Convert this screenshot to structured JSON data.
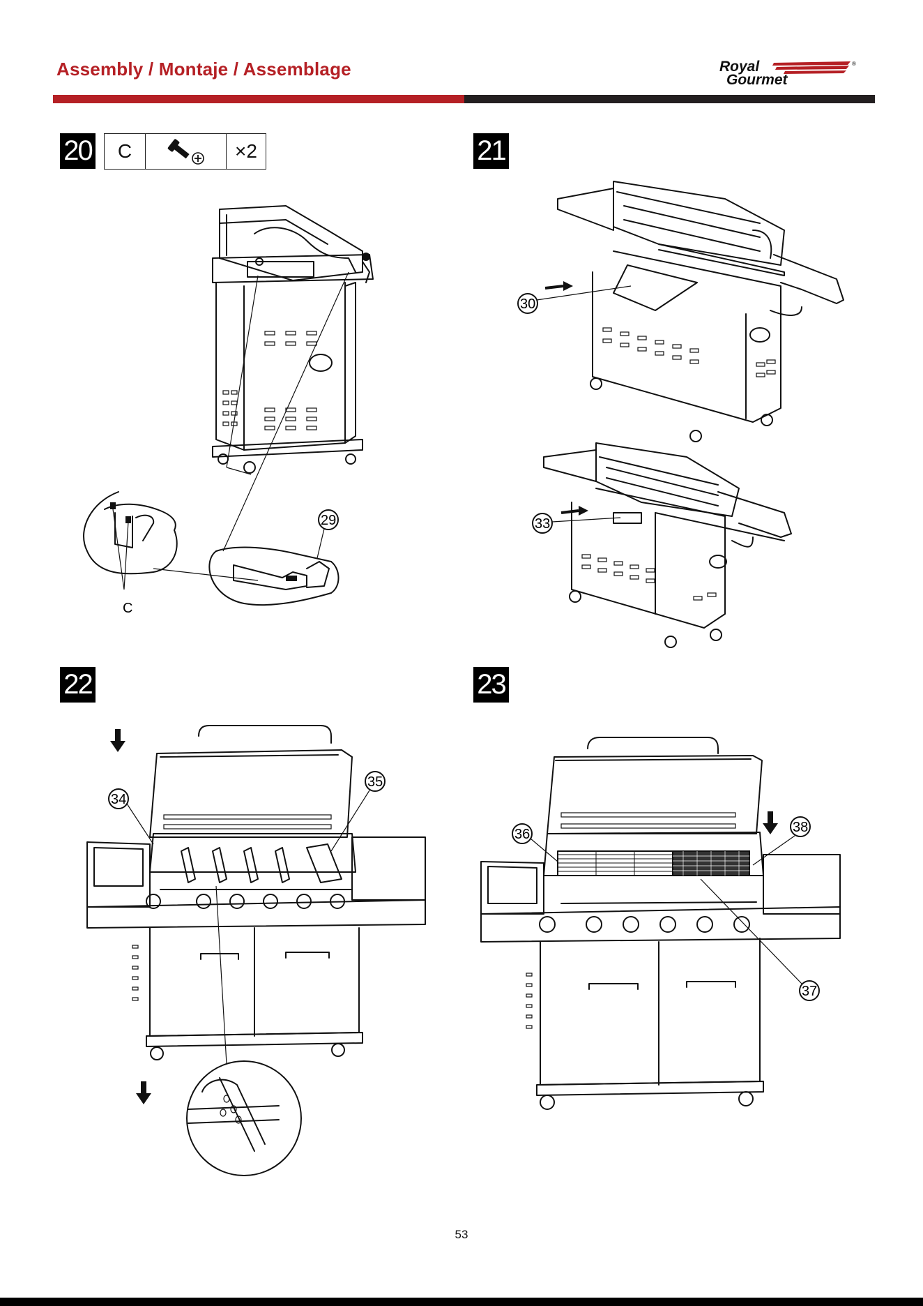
{
  "header": {
    "title": "Assembly / Montaje / Assemblage",
    "brand_line1": "Royal",
    "brand_line2": "Gourmet",
    "brand_mark": "®",
    "accent_color": "#b52025",
    "dark_color": "#231f20"
  },
  "steps": [
    {
      "number": "20",
      "parts_box": {
        "part_letter": "C",
        "icon": "screw-icon",
        "quantity": "×2"
      },
      "callouts": [
        "29",
        "C"
      ]
    },
    {
      "number": "21",
      "callouts": [
        "30",
        "33"
      ]
    },
    {
      "number": "22",
      "callouts": [
        "34",
        "35"
      ]
    },
    {
      "number": "23",
      "callouts": [
        "36",
        "38",
        "37"
      ]
    }
  ],
  "footer": {
    "page_number": "53"
  }
}
